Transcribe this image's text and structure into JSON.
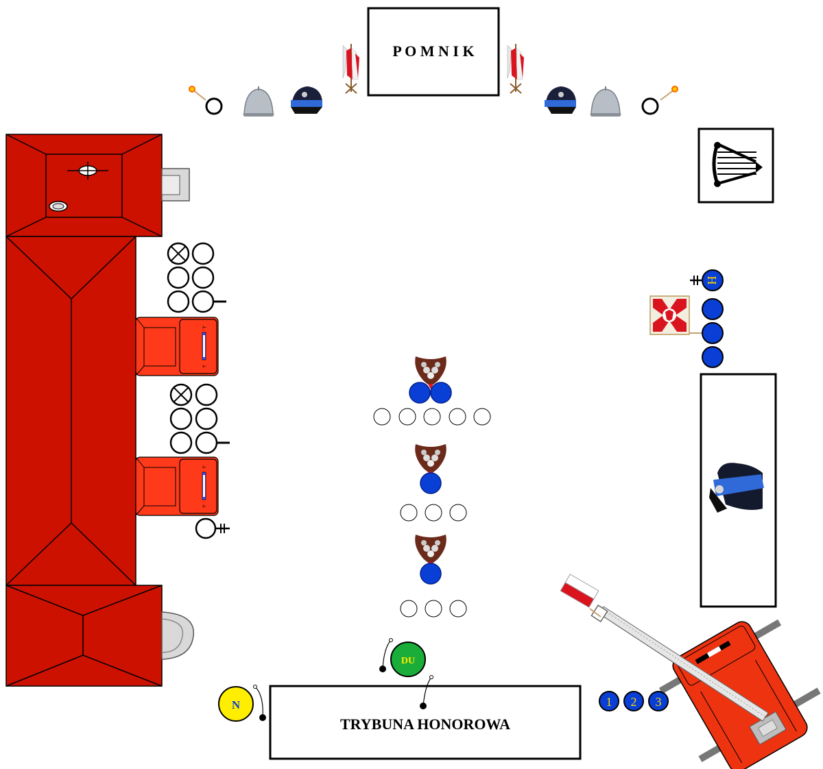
{
  "labels": {
    "monument": "P O M N I K",
    "tribune": "TRYBUNA HONOROWA",
    "commander": "N",
    "duty_officer": "DU",
    "herald": "H",
    "numbered": [
      "1",
      "2",
      "3"
    ]
  },
  "colors": {
    "truck_red": "#cc1100",
    "cab_orange": "#ff3a1a",
    "member_blue": "#0a3fd6",
    "commander_yellow": "#ffee00",
    "duty_green": "#1aad3a",
    "number_text": "#ffd700"
  },
  "icons": {
    "flags_left": "flags-icon",
    "flags_right": "flags-icon",
    "helmet": "steel-helmet-icon",
    "cap": "firefighter-cap-icon",
    "torch": "torch-icon",
    "orchestra": "lyre-icon",
    "wreath": "wreath-icon",
    "banner": "unit-banner-icon",
    "poland_flag": "poland-flag-icon"
  }
}
